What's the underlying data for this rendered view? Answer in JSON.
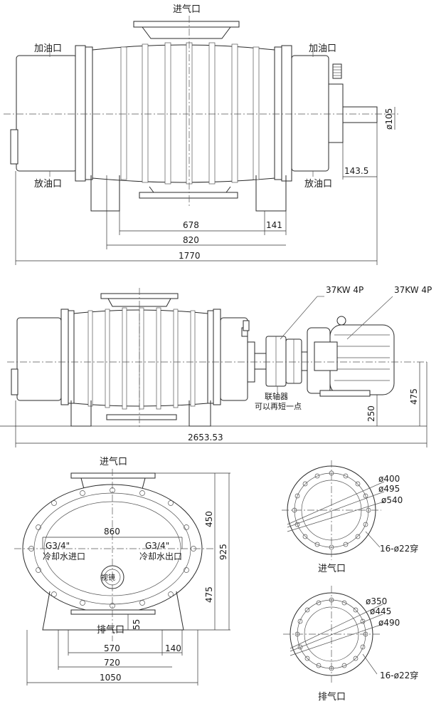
{
  "side_view": {
    "inlet": "进气口",
    "oil_fill_left": "加油口",
    "oil_fill_right": "加油口",
    "oil_drain_left": "放油口",
    "oil_drain_right": "放油口",
    "shaft_diameter": "ø105",
    "dim_shaft_ext": "143.5",
    "dim_678": "678",
    "dim_141": "141",
    "dim_820": "820",
    "dim_1770": "1770"
  },
  "assembly_view": {
    "motor_label_left": "37KW 4P",
    "motor_label_right": "37KW 4P",
    "coupling": "联轴器",
    "coupling_note": "可以再短一点",
    "dim_250": "250",
    "dim_475": "475",
    "dim_total": "2653.53"
  },
  "end_view": {
    "inlet": "进气口",
    "dim_860": "860",
    "g34_left": "G3/4\"",
    "cool_in": "冷却水进口",
    "g34_right": "G3/4\"",
    "cool_out": "冷却水出口",
    "sight_glass": "视镜",
    "outlet": "排气口",
    "dim_450": "450",
    "dim_925": "925",
    "dim_475": "475",
    "dim_55": "55",
    "dim_570": "570",
    "dim_140": "140",
    "dim_720": "720",
    "dim_1050": "1050"
  },
  "inlet_flange": {
    "d1": "ø400",
    "d2": "ø495",
    "d3": "ø540",
    "holes": "16-ø22穿",
    "caption": "进气口"
  },
  "outlet_flange": {
    "d1": "ø350",
    "d2": "ø445",
    "d3": "ø490",
    "holes": "16-ø22穿",
    "caption": "排气口"
  }
}
